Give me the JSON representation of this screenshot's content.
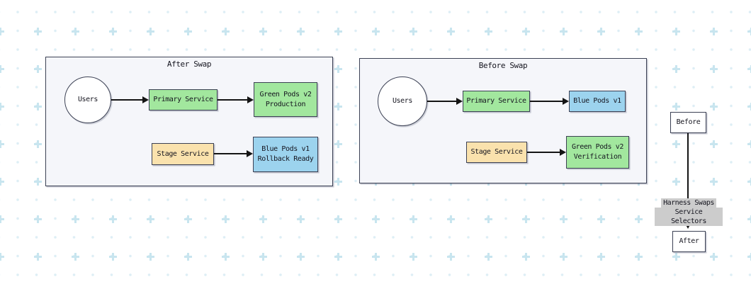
{
  "diagram": {
    "panels": [
      {
        "title": "After Swap",
        "nodes": [
          {
            "name": "users",
            "label": "Users",
            "shape": "circle",
            "color": "white"
          },
          {
            "name": "primary-service",
            "label": "Primary Service",
            "shape": "rect",
            "color": "green"
          },
          {
            "name": "green-pods-production",
            "lines": [
              "Green Pods v2",
              "Production"
            ],
            "shape": "rect",
            "color": "green"
          },
          {
            "name": "stage-service",
            "label": "Stage Service",
            "shape": "rect",
            "color": "orange"
          },
          {
            "name": "blue-pods-rollback",
            "lines": [
              "Blue Pods v1",
              "Rollback Ready"
            ],
            "shape": "rect",
            "color": "blue"
          }
        ],
        "edges": [
          "Users -> Primary Service",
          "Primary Service -> Green Pods v2 Production",
          "Stage Service -> Blue Pods v1 Rollback Ready"
        ]
      },
      {
        "title": "Before Swap",
        "nodes": [
          {
            "name": "users",
            "label": "Users",
            "shape": "circle",
            "color": "white"
          },
          {
            "name": "primary-service",
            "label": "Primary Service",
            "shape": "rect",
            "color": "green"
          },
          {
            "name": "blue-pods-v1",
            "label": "Blue Pods v1",
            "shape": "rect",
            "color": "blue"
          },
          {
            "name": "stage-service",
            "label": "Stage Service",
            "shape": "rect",
            "color": "orange"
          },
          {
            "name": "green-pods-verification",
            "lines": [
              "Green Pods v2",
              "Verification"
            ],
            "shape": "rect",
            "color": "green"
          }
        ],
        "edges": [
          "Users -> Primary Service",
          "Primary Service -> Blue Pods v1",
          "Stage Service -> Green Pods v2 Verification"
        ]
      }
    ],
    "side_flow": {
      "before": "Before",
      "after": "After",
      "edge_label_lines": [
        "Harness Swaps",
        "Service Selectors"
      ]
    },
    "colors": {
      "node_green": "#a2e79e",
      "node_blue": "#9cd3ee",
      "node_orange": "#fae2ad",
      "panel_fill": "#f5f6fa",
      "stroke": "#3c4154",
      "arrow": "#141414",
      "edge_label_bg": "#cccccc",
      "grid_plus": "#c8e5ef",
      "grid_dot": "#ddeef5"
    }
  }
}
